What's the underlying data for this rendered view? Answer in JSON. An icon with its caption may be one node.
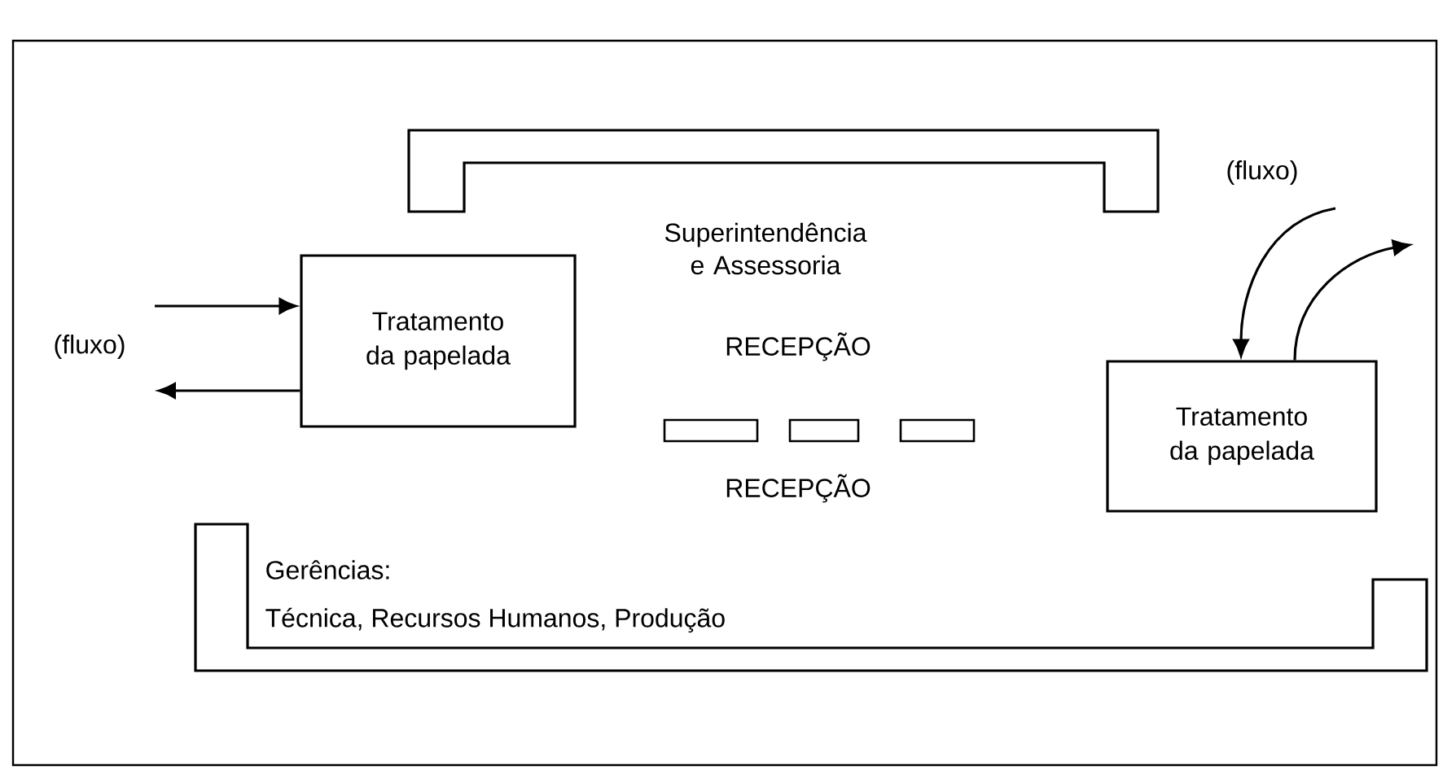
{
  "diagram": {
    "nodes": [
      {
        "text": [
          "Superintendência e Assessoria"
        ]
      },
      {
        "text": [
          "Tratamento da papelada"
        ]
      },
      {
        "text": [],
        "shape": "box"
      },
      {
        "text": [],
        "shape": "box"
      },
      {
        "text": [],
        "shape": "box"
      },
      {
        "text": [
          "Tratamento da papelada"
        ]
      },
      {
        "text": [
          "Gerências:",
          "Técnica, Recursos Humanos, Produção"
        ]
      }
    ],
    "edges": [
      {
        "from": null,
        "to": 1,
        "arrow": "to"
      },
      {
        "from": 1,
        "to": null,
        "arrow": "to"
      },
      {
        "from": null,
        "to": 5,
        "arrow": "to"
      },
      {
        "from": 5,
        "to": null,
        "arrow": "to"
      }
    ],
    "labels": [
      "(fluxo)",
      "RECEPÇÃO",
      "RECEPÇÃO",
      "(fluxo)"
    ]
  }
}
